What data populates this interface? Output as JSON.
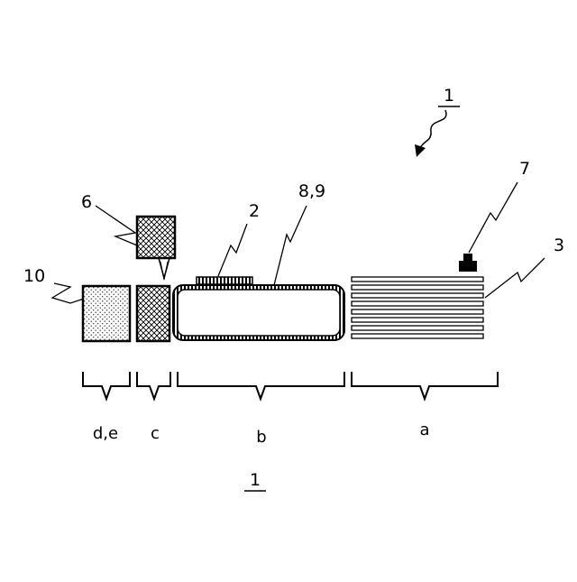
{
  "figure": {
    "ref_label_top": "1",
    "ref_label_bottom": "1",
    "labels": {
      "glass_plate": "2",
      "stack": "3",
      "cutter_head": "6",
      "pickup_nozzle": "7",
      "belt": "8,9",
      "storage": "10"
    },
    "sections": {
      "de": "d,e",
      "c": "c",
      "b": "b",
      "a": "a"
    }
  }
}
